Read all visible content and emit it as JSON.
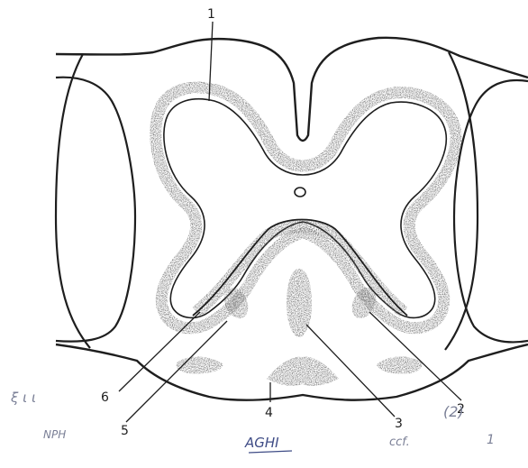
{
  "diagram": {
    "labels": [
      "1",
      "2",
      "3",
      "4",
      "5",
      "6"
    ],
    "handwritten": [
      "ξ ι ι",
      "NPH",
      "AGHI",
      "ccf.",
      "1",
      "(2)"
    ]
  },
  "colors": {
    "ink": "#1e1e1e",
    "stipple": "#5a5a5a",
    "stipple_dark": "#3a3a3a",
    "paper": "#ffffff",
    "pencil": "#7a7f96",
    "pen": "#3f4c86"
  }
}
